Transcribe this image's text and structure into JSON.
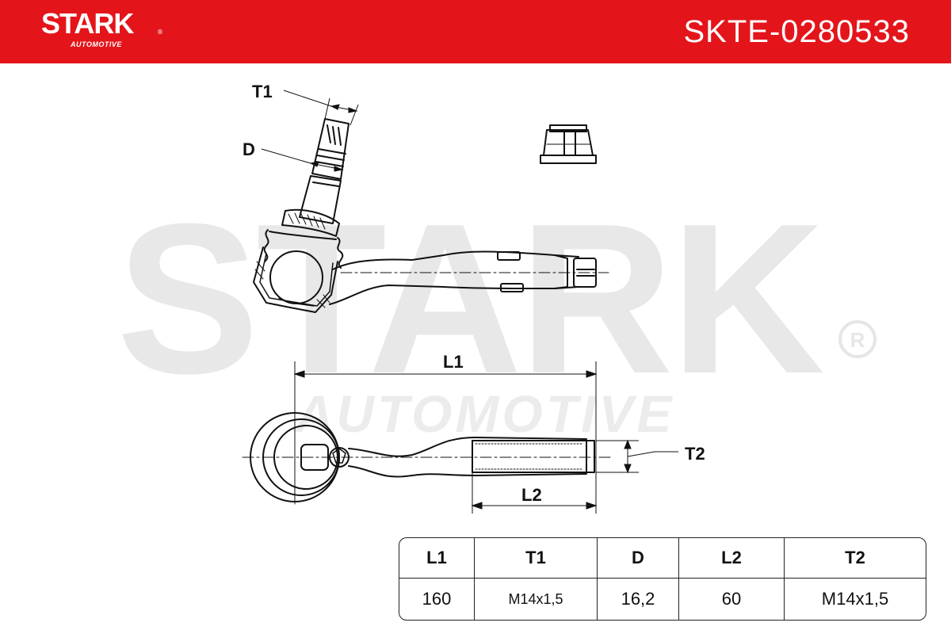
{
  "header": {
    "brand": "STARK",
    "brand_reg": "®",
    "brand_sub": "AUTOMOTIVE",
    "part_number": "SKTE-0280533",
    "color": "#e3151b"
  },
  "watermark": {
    "main": "STARK",
    "sub": "AUTOMOTIVE",
    "reg": "®"
  },
  "dimensions": {
    "t1": "T1",
    "d": "D",
    "l1": "L1",
    "l2": "L2",
    "t2": "T2"
  },
  "spec_table": {
    "headers": [
      "L1",
      "T1",
      "D",
      "L2",
      "T2"
    ],
    "values": [
      "160",
      "M14x1,5",
      "16,2",
      "60",
      "M14x1,5"
    ]
  }
}
